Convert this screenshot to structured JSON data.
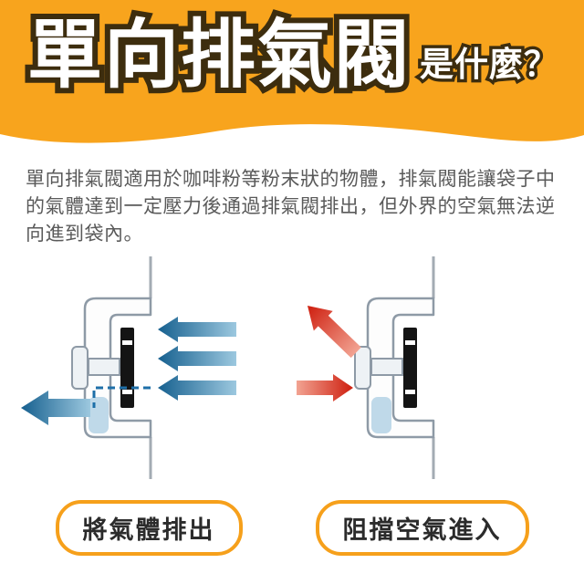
{
  "banner": {
    "title": "單向排氣閥",
    "subtitle": "是什麼？",
    "bg_color": "#F8A41D",
    "outline_color": "#3D2D0E",
    "text_color": "#FFFFFF"
  },
  "description": "單向排氣閥適用於咖啡粉等粉末狀的物體，排氣閥能讓袋子中的氣體達到一定壓力後通過排氣閥排出，但外界的空氣無法逆向進到袋內。",
  "diagrams": [
    {
      "id": "exhaust",
      "caption": "將氣體排出",
      "arrow_color": "#16608F",
      "arrow_color_light": "#9CC8DF",
      "meaning": "inside gas flows left through valve and exits"
    },
    {
      "id": "block",
      "caption": "阻擋空氣進入",
      "arrow_color": "#CE1E0E",
      "arrow_color_light": "#F2A392",
      "meaning": "outside air is blocked and bounces back"
    }
  ],
  "pill_border_color": "#F6A01B"
}
